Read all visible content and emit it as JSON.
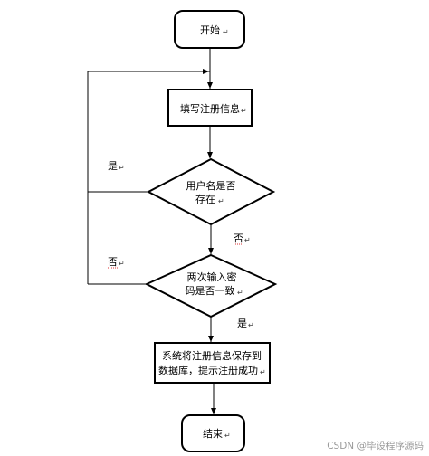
{
  "flowchart": {
    "start": "开始",
    "fill_info": "填写注册信息",
    "check_username": [
      "用户名是否",
      "存在"
    ],
    "check_password": [
      "两次输入密",
      "码是否一致"
    ],
    "save": [
      "系统将注册信息保存到",
      "数据库，提示注册成功"
    ],
    "end": "结束"
  },
  "edge_labels": {
    "username_exists_yes": "是",
    "username_exists_no": "否",
    "password_match_no": "否",
    "password_match_yes": "是"
  },
  "paragraph_mark": "↵",
  "watermark": "CSDN @毕设程序源码"
}
